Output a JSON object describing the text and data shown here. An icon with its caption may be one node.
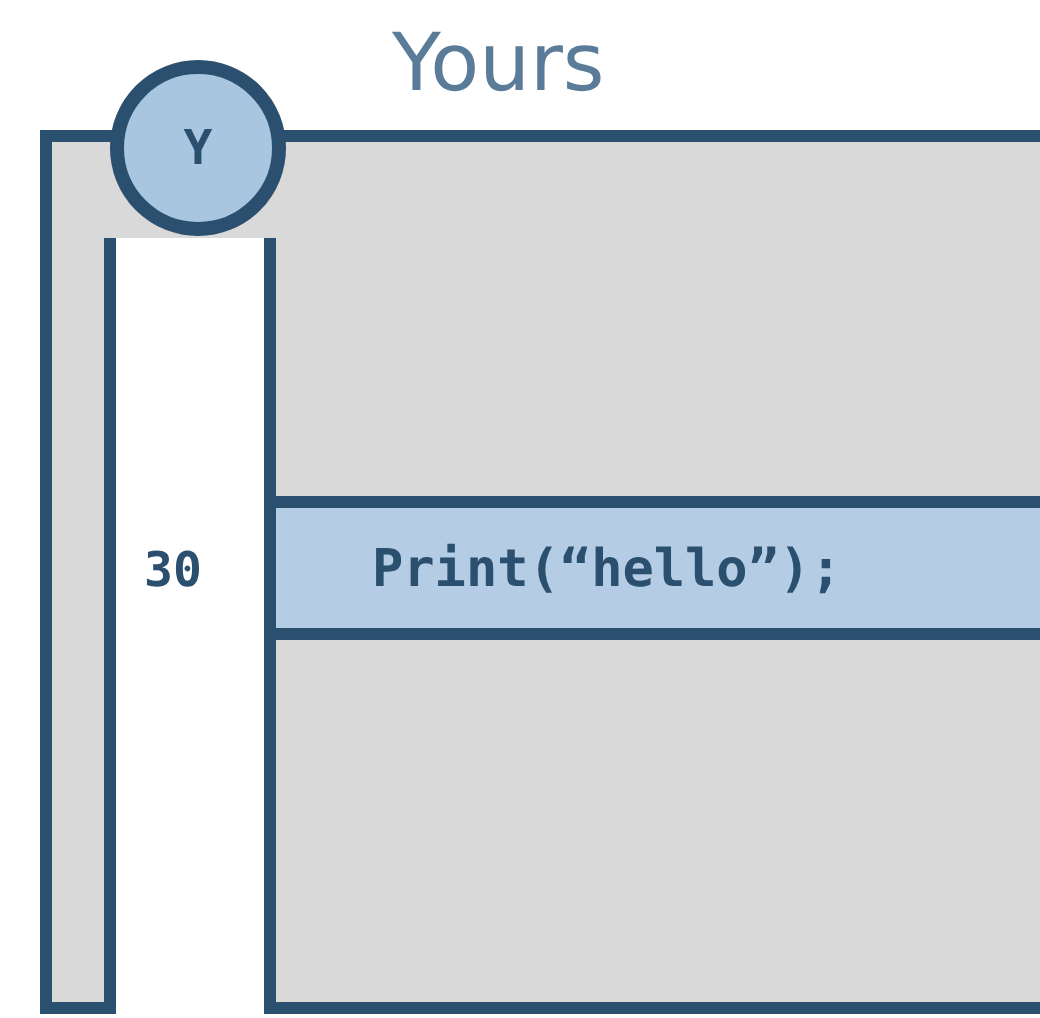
{
  "diagram": {
    "nodes": [
      {
        "text": [
          "Yours"
        ]
      },
      {
        "text": [
          "Y"
        ]
      },
      {
        "text": [
          "30"
        ],
        "in": 0
      },
      {
        "text": [
          "Print(“hello”);"
        ],
        "in": 0
      }
    ]
  }
}
